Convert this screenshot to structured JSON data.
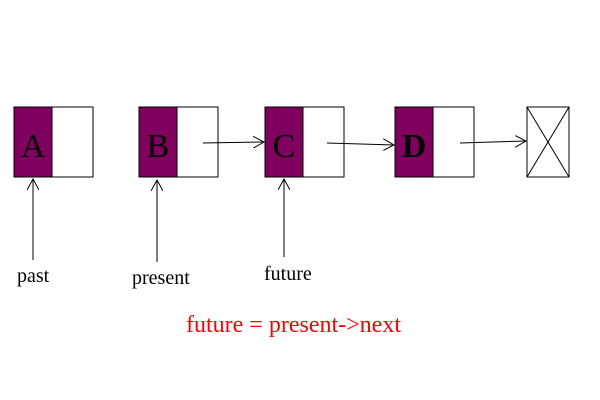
{
  "diagram": {
    "nodes": [
      {
        "label": "A",
        "bold": false
      },
      {
        "label": "B",
        "bold": false
      },
      {
        "label": "C",
        "bold": false
      },
      {
        "label": "D",
        "bold": true
      }
    ],
    "null_node": {
      "symbol": "null-x-icon"
    },
    "pointers": {
      "past": "past",
      "present": "present",
      "future": "future"
    },
    "caption": "future = present->next",
    "colors": {
      "data_fill": "#800060",
      "box_stroke": "#000000",
      "caption": "#ff0000"
    }
  }
}
